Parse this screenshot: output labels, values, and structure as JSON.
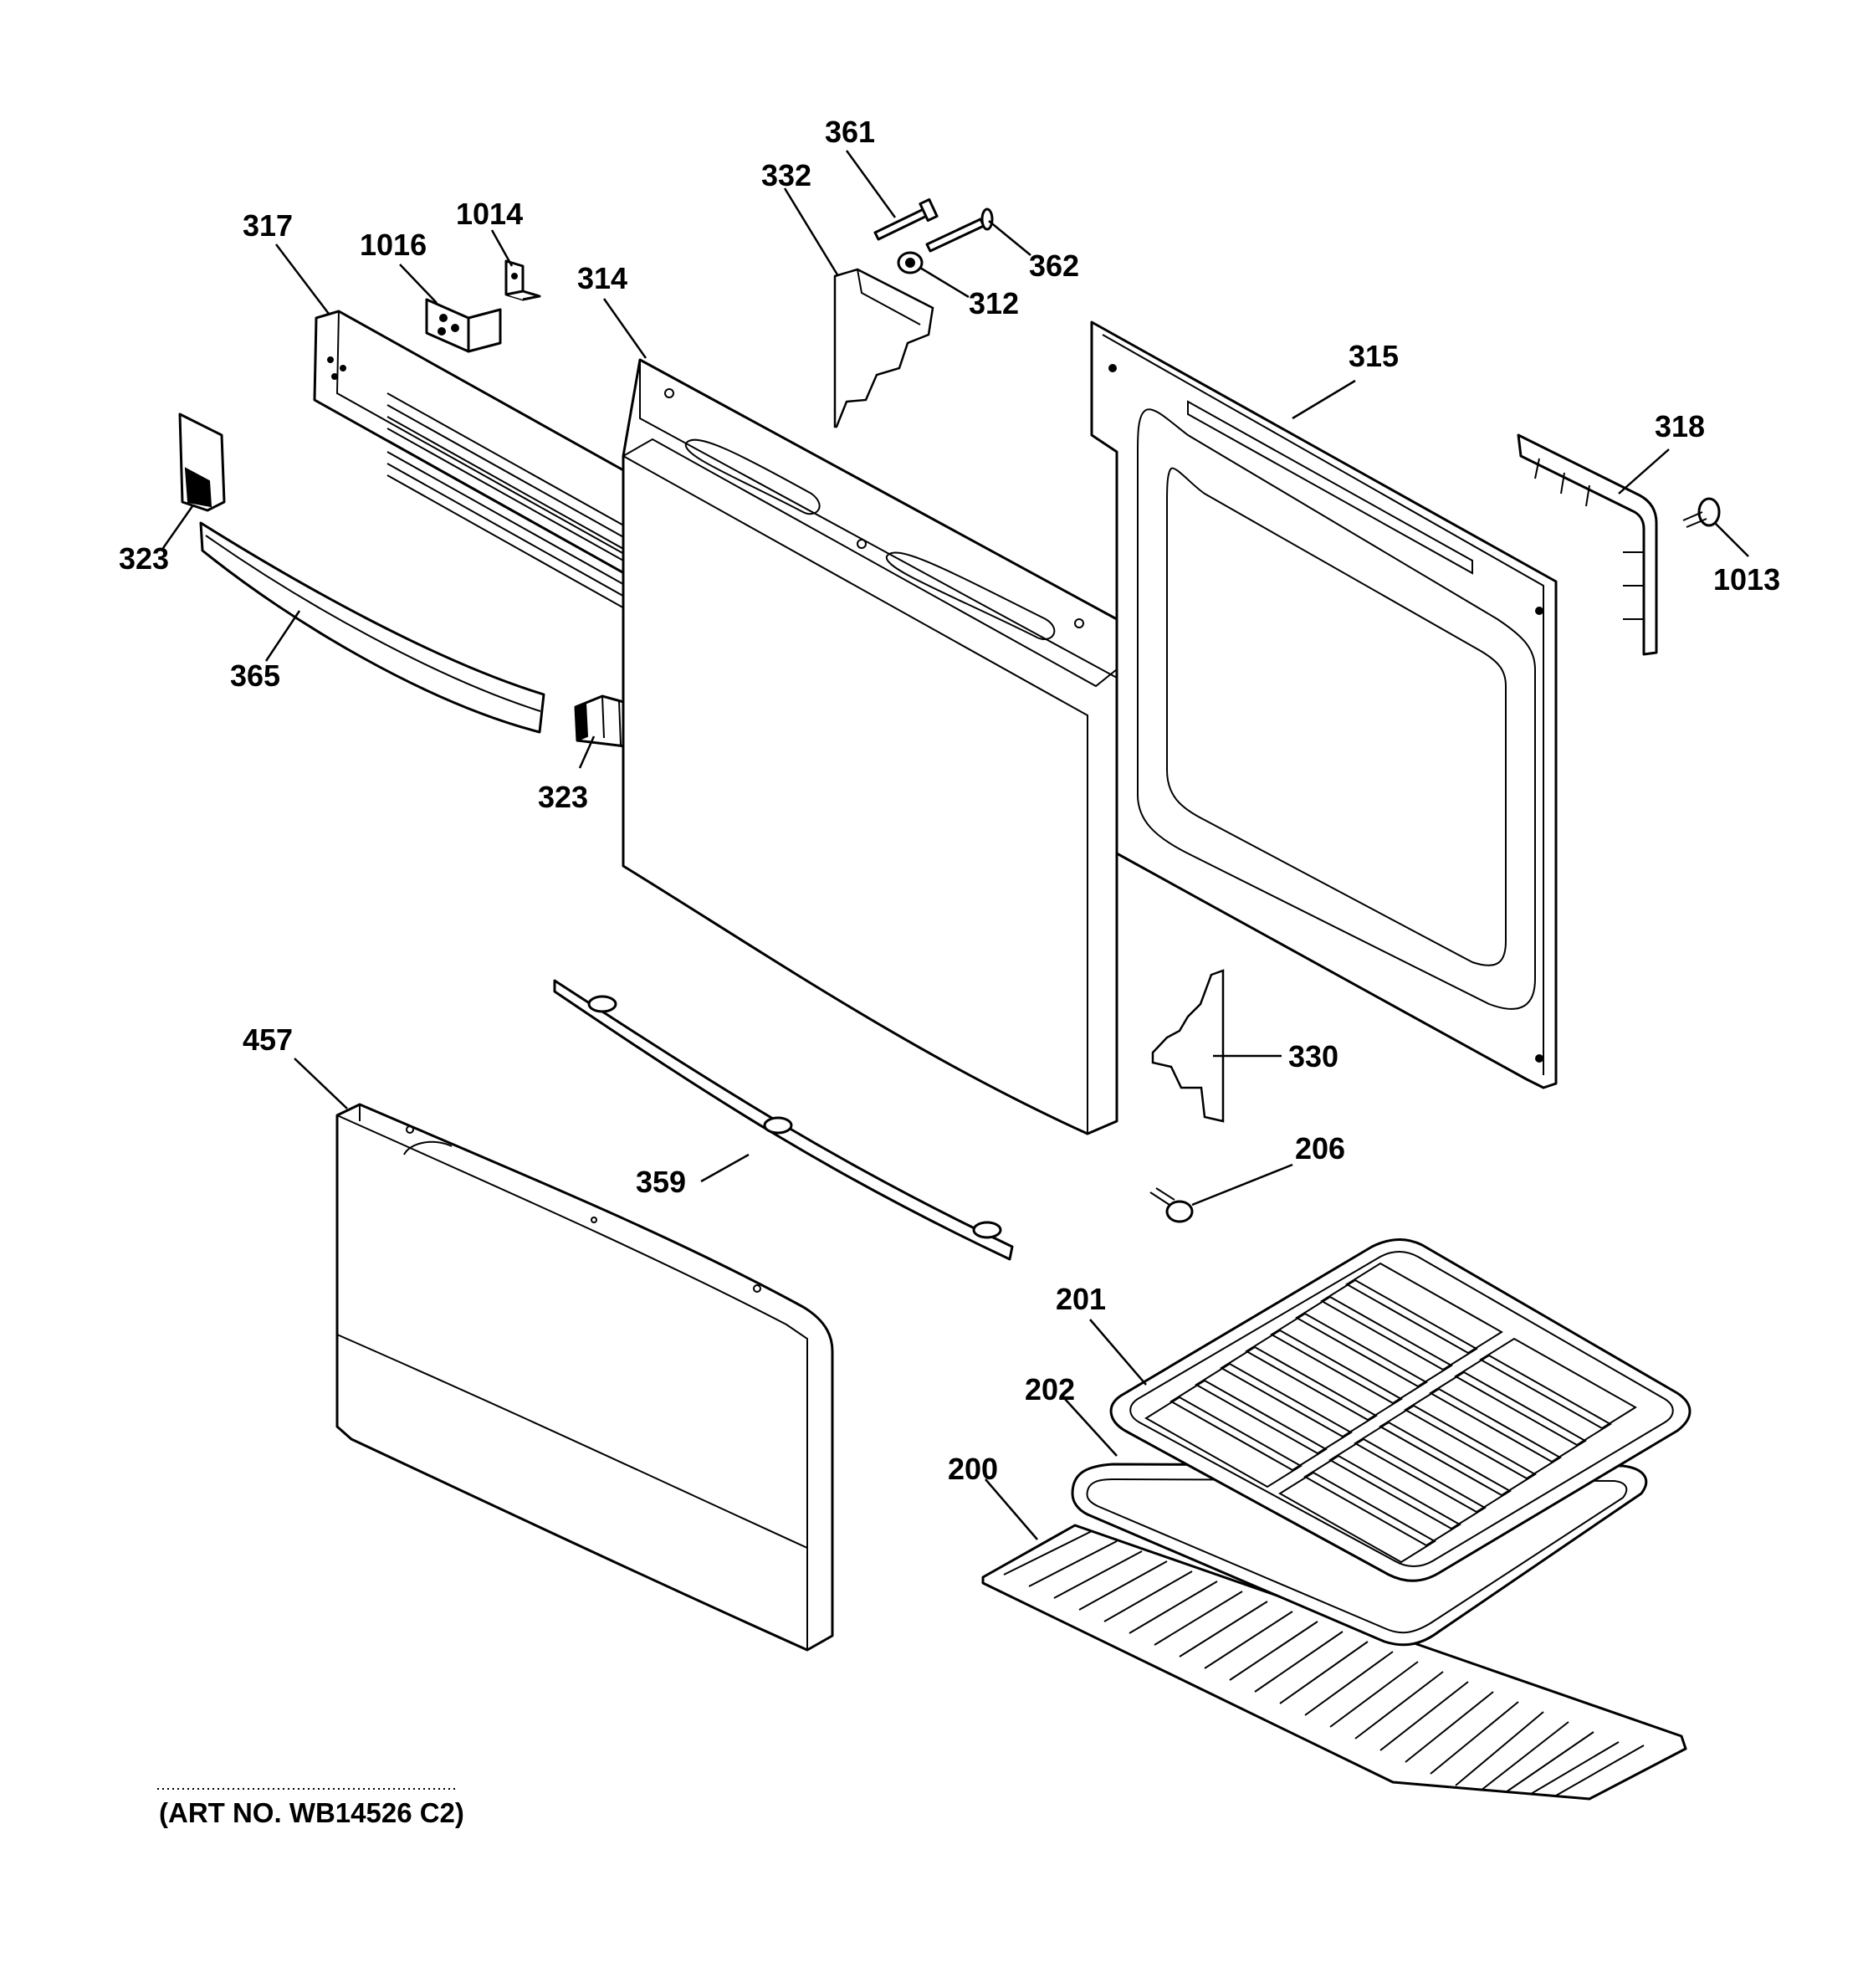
{
  "callouts": {
    "c317": "317",
    "c1016": "1016",
    "c1014": "1014",
    "c314": "314",
    "c332": "332",
    "c361": "361",
    "c362": "362",
    "c312": "312",
    "c315": "315",
    "c318": "318",
    "c1013": "1013",
    "c323a": "323",
    "c365": "365",
    "c323b": "323",
    "c457": "457",
    "c359": "359",
    "c330": "330",
    "c206": "206",
    "c201": "201",
    "c202": "202",
    "c200": "200"
  },
  "art_number": "(ART NO. WB14526 C2)"
}
